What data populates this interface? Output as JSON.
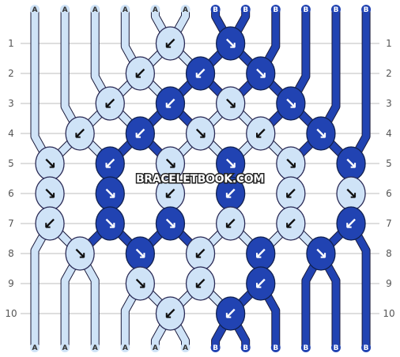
{
  "app": {
    "watermark": "BRACELETBOOK.COM"
  },
  "colors": {
    "A": "#cfe3f7",
    "B": "#2143b2",
    "outline_light": "#2a2a55",
    "outline_dark": "#10204f",
    "grid": "#bdbdbd",
    "number": "#555555"
  },
  "pattern": {
    "strings_top": [
      "A",
      "A",
      "A",
      "A",
      "A",
      "A",
      "B",
      "B",
      "B",
      "B",
      "B",
      "B"
    ],
    "strings_bottom": [
      "A",
      "A",
      "A",
      "A",
      "A",
      "A",
      "B",
      "B",
      "B",
      "B",
      "B",
      "B"
    ],
    "row_numbers": [
      "1",
      "2",
      "3",
      "4",
      "5",
      "6",
      "7",
      "8",
      "9",
      "10"
    ],
    "rows": [
      [
        {
          "c": "A",
          "d": "↙"
        },
        {
          "c": "B",
          "d": "↘"
        }
      ],
      [
        {
          "c": "A",
          "d": "↙"
        },
        {
          "c": "B",
          "d": "↙"
        },
        {
          "c": "B",
          "d": "↘"
        }
      ],
      [
        {
          "c": "A",
          "d": "↙"
        },
        {
          "c": "B",
          "d": "↙"
        },
        {
          "c": "A",
          "d": "↘"
        },
        {
          "c": "B",
          "d": "↘"
        }
      ],
      [
        {
          "c": "A",
          "d": "↙"
        },
        {
          "c": "B",
          "d": "↙"
        },
        {
          "c": "A",
          "d": "↘"
        },
        {
          "c": "A",
          "d": "↙"
        },
        {
          "c": "B",
          "d": "↘"
        }
      ],
      [
        {
          "c": "A",
          "d": "↘"
        },
        {
          "c": "B",
          "d": "↙"
        },
        {
          "c": "A",
          "d": "↘"
        },
        {
          "c": "B",
          "d": "↘"
        },
        {
          "c": "A",
          "d": "↘"
        },
        {
          "c": "B",
          "d": "↘"
        }
      ],
      [
        {
          "c": "A",
          "d": "↘"
        },
        {
          "c": "B",
          "d": "↘"
        },
        {
          "c": "A",
          "d": "↙"
        },
        {
          "c": "B",
          "d": "↙"
        },
        {
          "c": "A",
          "d": "↙"
        },
        {
          "c": "A",
          "d": "↘"
        }
      ],
      [
        {
          "c": "A",
          "d": "↙"
        },
        {
          "c": "B",
          "d": "↘"
        },
        {
          "c": "B",
          "d": "↘"
        },
        {
          "c": "A",
          "d": "↙"
        },
        {
          "c": "A",
          "d": "↙"
        },
        {
          "c": "B",
          "d": "↙"
        }
      ],
      [
        {
          "c": "A",
          "d": "↘"
        },
        {
          "c": "B",
          "d": "↘"
        },
        {
          "c": "A",
          "d": "↙"
        },
        {
          "c": "B",
          "d": "↙"
        },
        {
          "c": "B",
          "d": "↘"
        }
      ],
      [
        {
          "c": "A",
          "d": "↘"
        },
        {
          "c": "A",
          "d": "↙"
        },
        {
          "c": "B",
          "d": "↙"
        }
      ],
      [
        {
          "c": "A",
          "d": "↙"
        },
        {
          "c": "B",
          "d": "↙"
        }
      ]
    ]
  }
}
